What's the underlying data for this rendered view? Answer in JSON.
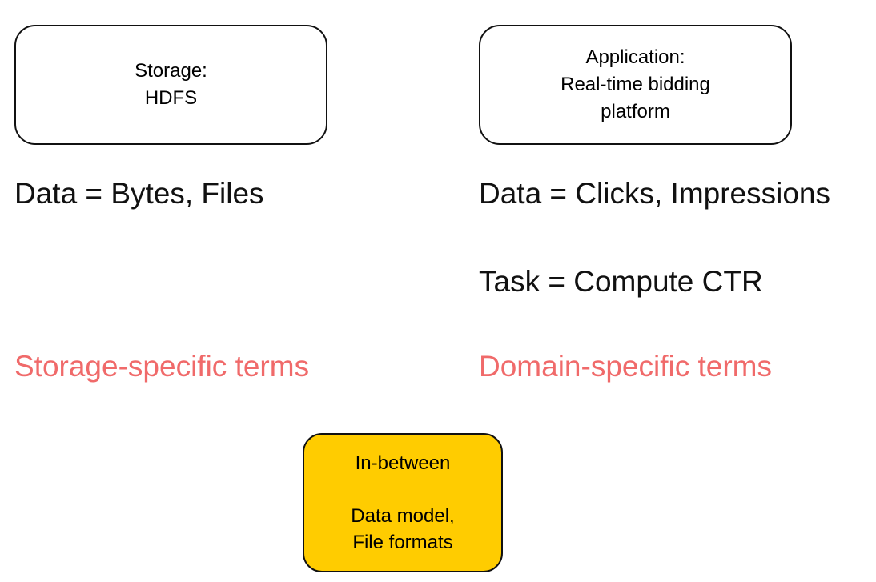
{
  "storage_box": {
    "line1": "Storage:",
    "line2": "HDFS"
  },
  "application_box": {
    "line1": "Application:",
    "line2": "Real-time bidding",
    "line3": "platform"
  },
  "left": {
    "data_statement": "Data = Bytes, Files",
    "terms_label": "Storage-specific terms"
  },
  "right": {
    "data_statement": "Data = Clicks, Impressions",
    "task_statement": "Task = Compute CTR",
    "terms_label": "Domain-specific terms"
  },
  "inbetween_box": {
    "title": "In-between",
    "line1": "Data model,",
    "line2": "File formats"
  },
  "colors": {
    "terms": "#f06a6a",
    "inbetween_fill": "#ffcc00",
    "box_border": "#111111"
  }
}
